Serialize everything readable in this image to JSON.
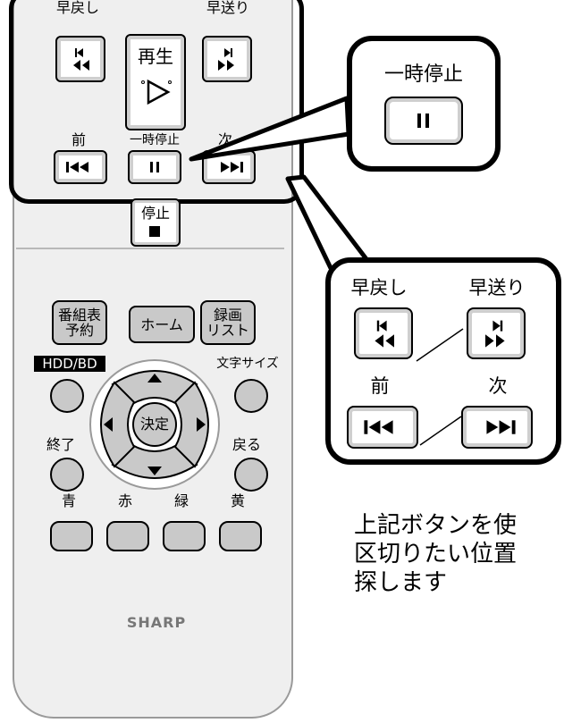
{
  "remote": {
    "rewind_label": "早戻し",
    "ffwd_label": "早送り",
    "play_label": "再生",
    "prev_label": "前",
    "pause_label": "一時停止",
    "next_label": "次",
    "stop_label": "停止",
    "guide_label_1": "番組表",
    "guide_label_2": "予約",
    "home_label": "ホーム",
    "rec_list_label_1": "録画",
    "rec_list_label_2": "リスト",
    "hdd_bd_label": "HDD/BD",
    "text_size_label": "文字サイズ",
    "ok_label": "決定",
    "exit_label": "終了",
    "back_label": "戻る",
    "blue_label": "青",
    "red_label": "赤",
    "green_label": "緑",
    "yellow_label": "黄",
    "brand": "SHARP"
  },
  "pause_callout": {
    "label": "一時停止"
  },
  "skip_callout": {
    "rewind_label": "早戻し",
    "ffwd_label": "早送り",
    "prev_label": "前",
    "next_label": "次"
  },
  "instruction": {
    "line1": "上記ボタンを使",
    "line2": "区切りたい位置",
    "line3": "探します"
  }
}
